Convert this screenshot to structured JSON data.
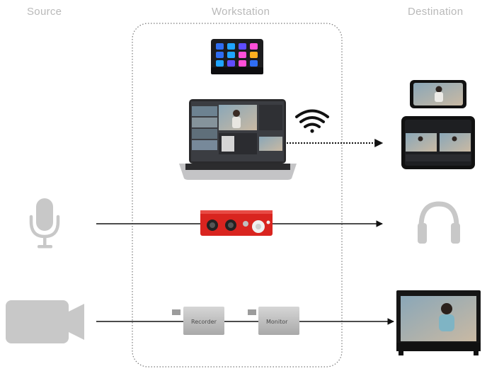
{
  "headers": {
    "source": "Source",
    "workstation": "Workstation",
    "destination": "Destination"
  },
  "devices": {
    "recorder_label": "Recorder",
    "monitor_label": "Monitor"
  },
  "colors": {
    "icon_gray": "#c8c8c8",
    "frame_border": "#7a7a7a",
    "line": "#111111",
    "interface_red": "#d9241f"
  },
  "icons": [
    "microphone-icon",
    "video-camera-icon",
    "headphones-icon",
    "wifi-icon"
  ]
}
